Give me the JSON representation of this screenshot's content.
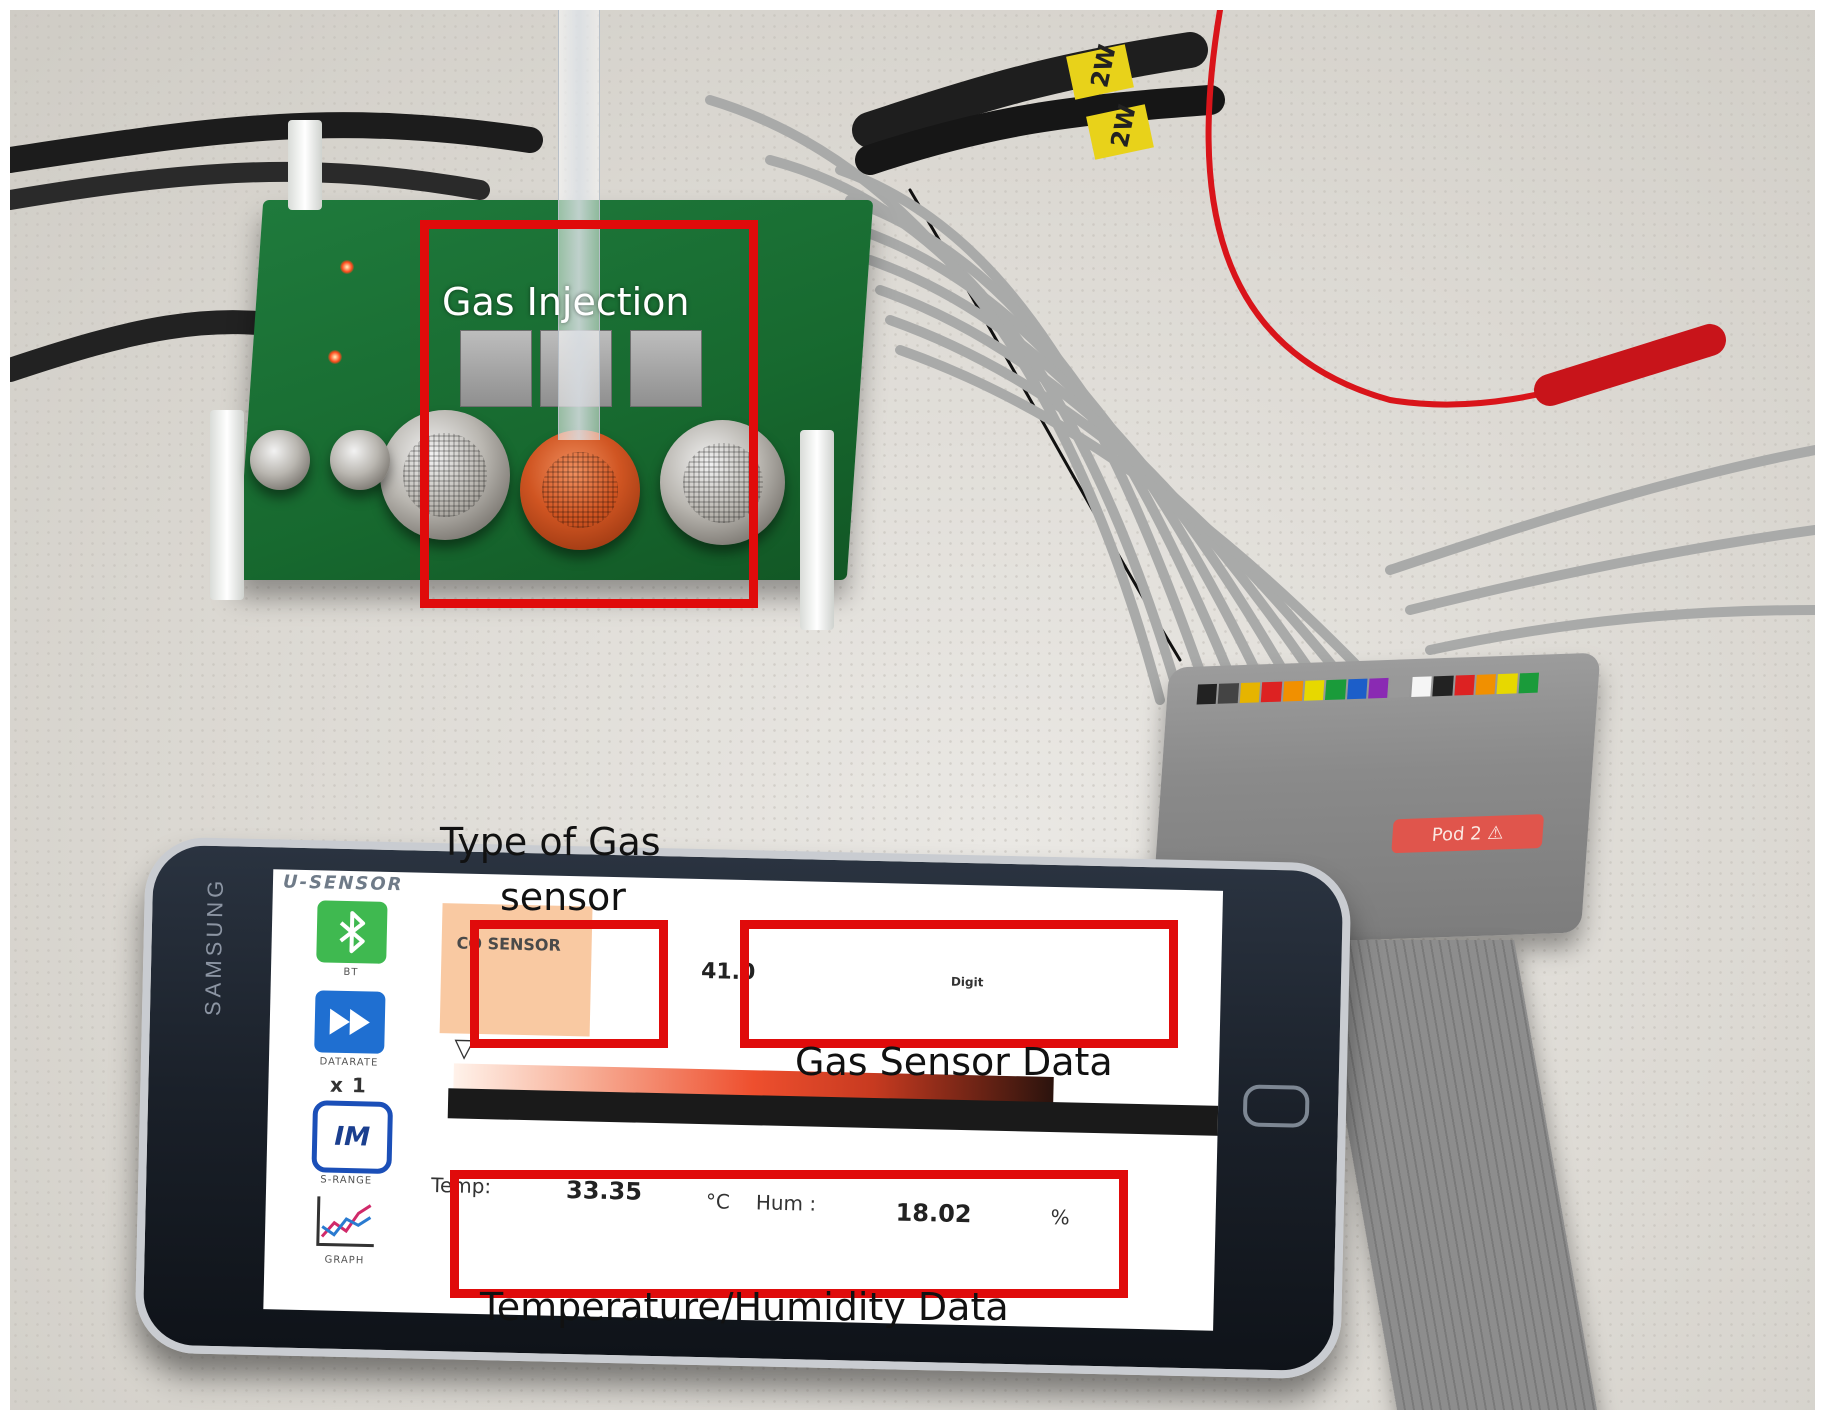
{
  "annotations": {
    "gas_injection": "Gas Injection",
    "type_of_gas_sensor_line1": "Type of Gas",
    "type_of_gas_sensor_line2": "sensor",
    "gas_sensor_data": "Gas Sensor Data",
    "temp_humidity_data": "Temperature/Humidity Data"
  },
  "app": {
    "title": "U-SENSOR",
    "sidebar": {
      "bt_caption": "BT",
      "datarate_caption": "DATARATE",
      "multiplier": "x 1",
      "im_label": "IM",
      "range_caption": "S-RANGE",
      "graph_caption": "GRAPH"
    },
    "sensor_type": "CO SENSOR",
    "gas_value": "41.0",
    "gas_unit": "Digit",
    "temp_label": "Temp:",
    "temp_value": "33.35",
    "temp_unit": "°C",
    "hum_label": "Hum :",
    "hum_value": "18.02",
    "hum_unit": "%"
  },
  "hardware": {
    "phone_brand": "SAMSUNG",
    "pod_label": "Pod 2 ⚠",
    "cable_tag": "2W"
  },
  "colors": {
    "highlight_box": "#e00b0b",
    "sensor_type_bg": "#f9c9a2"
  }
}
